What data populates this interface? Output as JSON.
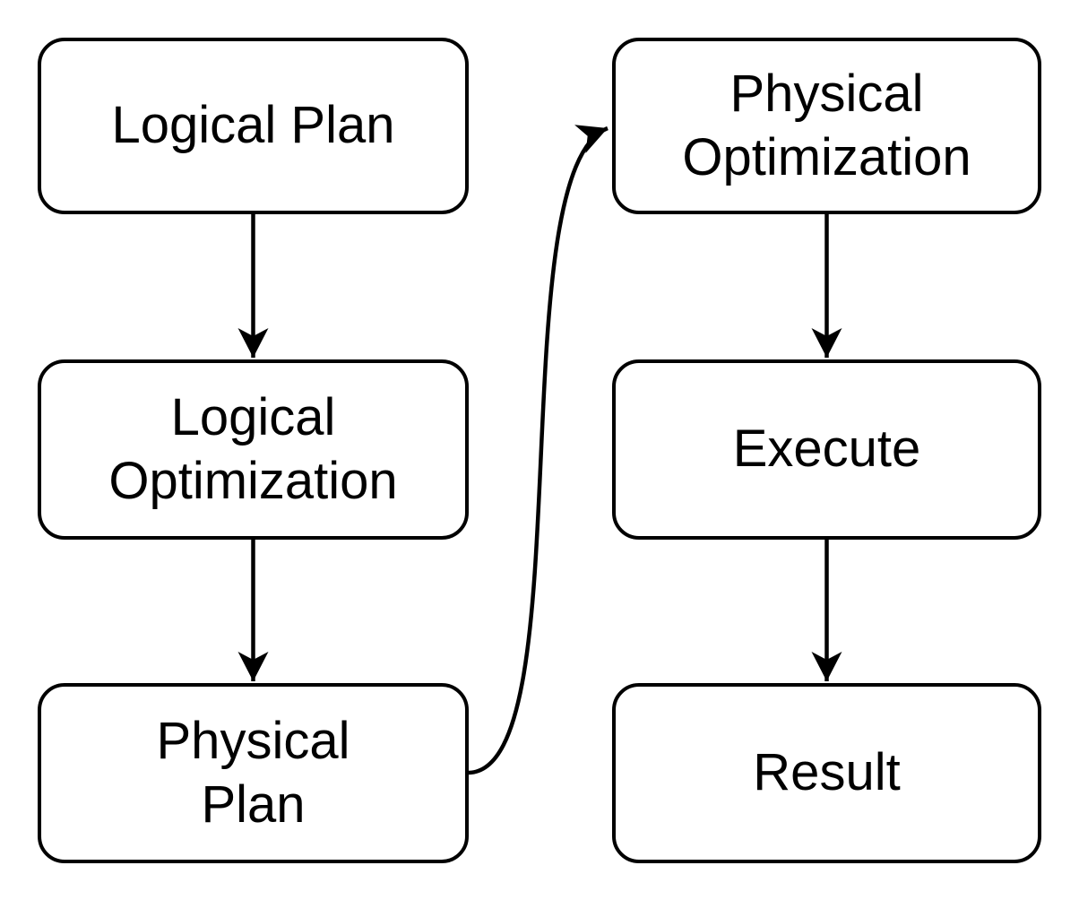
{
  "diagram_type": "flowchart",
  "colors": {
    "stroke": "#000000",
    "node_fill": "#ffffff",
    "background": "#ffffff",
    "text": "#000000"
  },
  "nodes": [
    {
      "id": "logical-plan",
      "label": "Logical Plan"
    },
    {
      "id": "logical-optimization",
      "label": "Logical\nOptimization"
    },
    {
      "id": "physical-plan",
      "label": "Physical\nPlan"
    },
    {
      "id": "physical-optimization",
      "label": "Physical\nOptimization"
    },
    {
      "id": "execute",
      "label": "Execute"
    },
    {
      "id": "result",
      "label": "Result"
    }
  ],
  "edges": [
    {
      "from": "logical-plan",
      "to": "logical-optimization",
      "style": "straight-down"
    },
    {
      "from": "logical-optimization",
      "to": "physical-plan",
      "style": "straight-down"
    },
    {
      "from": "physical-plan",
      "to": "physical-optimization",
      "style": "s-curve-right-to-left-center"
    },
    {
      "from": "physical-optimization",
      "to": "execute",
      "style": "straight-down"
    },
    {
      "from": "execute",
      "to": "result",
      "style": "straight-down"
    }
  ]
}
